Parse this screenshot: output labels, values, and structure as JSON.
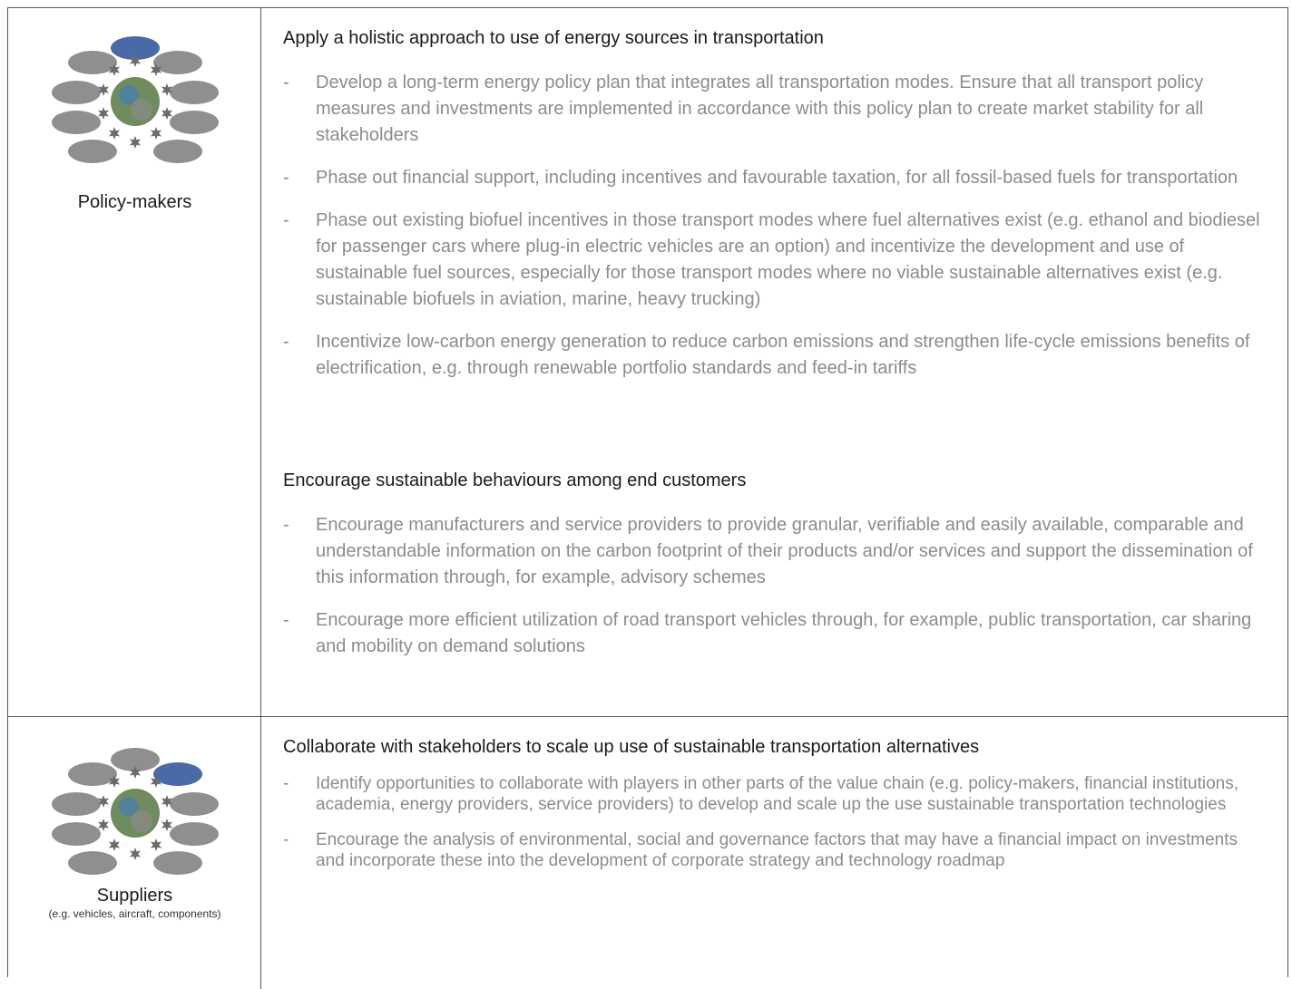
{
  "colors": {
    "border": "#555555",
    "heading_text": "#1a1a1a",
    "bullet_text": "#8c8c8c",
    "ellipse_gray": "#8f8f8f",
    "ellipse_highlight": "#4a6aa7",
    "star": "#6b6b6b"
  },
  "icons": {
    "stakeholder_diagram": "stakeholder-ring-icon",
    "globe": "globe-icon",
    "star": "star-icon"
  },
  "rows": [
    {
      "actor": "Policy-makers",
      "sections": [
        {
          "heading": "Apply a holistic approach to use of energy sources in transportation",
          "items": [
            "Develop a long-term energy policy plan that integrates all transportation modes. Ensure that all transport policy measures and investments are implemented in accordance with this policy plan to create market stability for all stakeholders",
            "Phase out financial support, including incentives and favourable taxation, for all fossil-based fuels for transportation",
            "Phase out existing biofuel incentives in those transport modes where fuel alternatives exist (e.g. ethanol and biodiesel for passenger cars where plug-in electric vehicles are an option) and incentivize the development and use of sustainable fuel sources, especially for those transport modes where no viable sustainable alternatives exist (e.g. sustainable biofuels in aviation, marine, heavy trucking)",
            "Incentivize low-carbon energy generation to reduce carbon emissions and strengthen life-cycle emissions benefits of electrification, e.g. through renewable portfolio standards and feed-in tariffs"
          ]
        },
        {
          "heading": "Encourage sustainable behaviours among end customers",
          "items": [
            "Encourage manufacturers and service providers to provide granular, verifiable and easily available, comparable and understandable information on the carbon footprint of their products and/or services and support the dissemination of this information through, for example, advisory schemes",
            "Encourage more efficient utilization of road transport vehicles through, for example, public transportation, car sharing and mobility on demand solutions"
          ]
        }
      ]
    },
    {
      "actor": "Suppliers",
      "actor_sub": "(e.g. vehicles, aircraft, components)",
      "sections": [
        {
          "heading": "Collaborate with stakeholders to scale up use of sustainable transportation alternatives",
          "items": [
            "Identify opportunities to collaborate with players in other parts of the value chain (e.g. policy-makers, financial institutions, academia, energy providers, service providers) to develop and scale up the use sustainable transportation technologies",
            "Encourage the analysis of environmental, social and governance factors that may have a financial impact on investments and incorporate these into the development of corporate strategy and technology roadmap"
          ]
        }
      ]
    }
  ],
  "dash": "-"
}
